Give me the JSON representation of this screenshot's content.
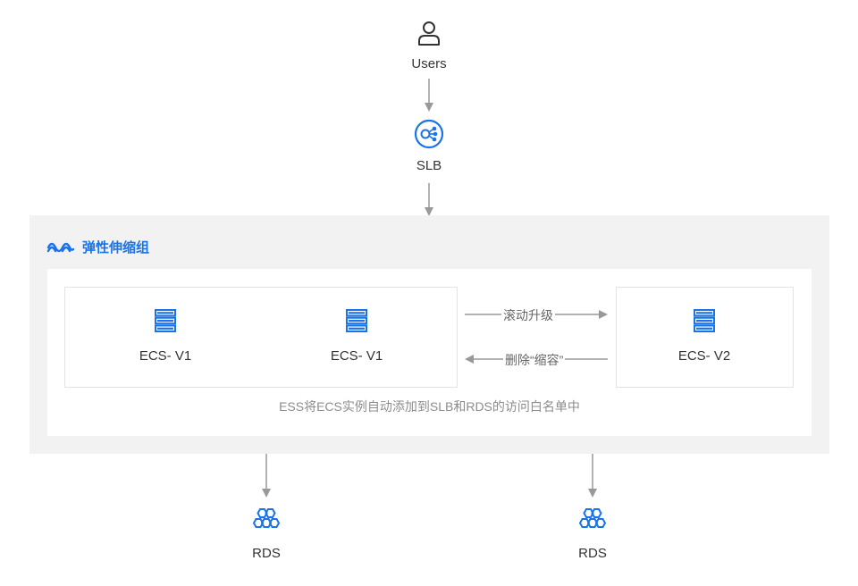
{
  "nodes": {
    "users": "Users",
    "slb": "SLB",
    "ecs_left_1": "ECS- V1",
    "ecs_left_2": "ECS- V1",
    "ecs_right": "ECS- V2",
    "rds_left": "RDS",
    "rds_right": "RDS"
  },
  "group": {
    "title": "弹性伸缩组",
    "note": "ESS将ECS实例自动添加到SLB和RDS的访问白名单中"
  },
  "edges": {
    "rolling_upgrade": "滚动升级",
    "delete_scale_in": "删除“缩容”"
  },
  "colors": {
    "accent": "#1a73e8",
    "arrow": "#999999",
    "panel": "#f2f2f2"
  },
  "icons": {
    "users": "user-icon",
    "slb": "load-balancer-icon",
    "group": "auto-scaling-icon",
    "ecs": "server-icon",
    "rds": "database-hexagon-icon"
  }
}
